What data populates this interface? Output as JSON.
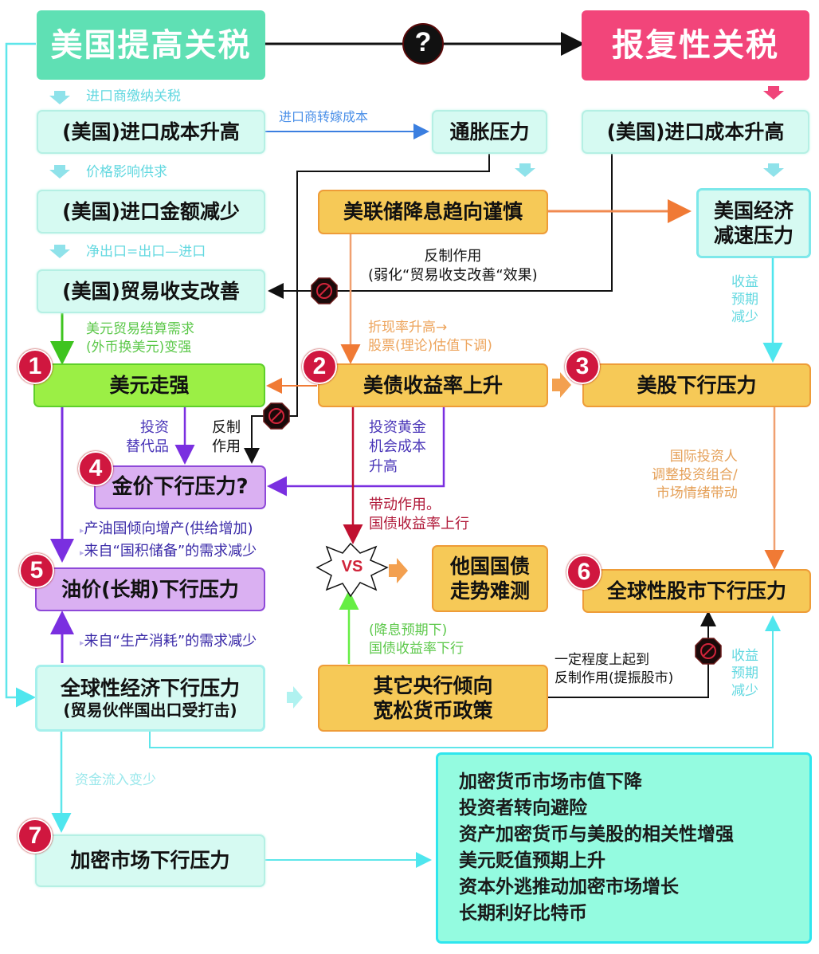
{
  "colors": {
    "teal_box": "#d6faf2",
    "gold_box": "#f6c957",
    "green_box": "#9bef45",
    "purple_box": "#dab0f2",
    "title_green": "#5fe0b4",
    "title_pink": "#f2457a",
    "badge_red": "#d0173f",
    "summary_box": "#94fbe0"
  },
  "top": {
    "us_tariff": "美国提高关税",
    "question_mark": "?",
    "retaliatory_tariff": "报复性关税"
  },
  "left_column": {
    "label_importer_pays": "进口商缴纳关税",
    "import_cost_up": "(美国)进口成本升高",
    "label_price_demand": "价格影响供求",
    "import_amount_down": "(美国)进口金额减少",
    "label_net_export": "净出口=出口—进口",
    "trade_balance_improve": "(美国)贸易收支改善",
    "label_usd_demand_1": "美元贸易结算需求",
    "label_usd_demand_2": "(外币换美元)变强"
  },
  "middle": {
    "label_pass_cost": "进口商转嫁成本",
    "inflation_pressure": "通胀压力",
    "fed_cautious": "美联储降息趋向谨慎",
    "counter_label_1": "反制作用",
    "counter_label_2": "(弱化“贸易收支改善“效果)",
    "label_discount_1": "折现率升高→",
    "label_discount_2": "股票(理论)估值下调)"
  },
  "right_column": {
    "import_cost_up": "(美国)进口成本升高",
    "us_econ_slow_1": "美国经济",
    "us_econ_slow_2": "减速压力",
    "label_earnings_1": "收益",
    "label_earnings_2": "预期",
    "label_earnings_3": "减少"
  },
  "nodes": {
    "n1": {
      "badge": "1",
      "label": "美元走强"
    },
    "n2": {
      "badge": "2",
      "label": "美债收益率上升"
    },
    "n3": {
      "badge": "3",
      "label": "美股下行压力"
    },
    "n4": {
      "badge": "4",
      "label": "金价下行压力?"
    },
    "n5": {
      "badge": "5",
      "label": "油价(长期)下行压力"
    },
    "n6": {
      "badge": "6",
      "label": "全球性股市下行压力"
    },
    "n7": {
      "badge": "7",
      "label": "加密市场下行压力"
    }
  },
  "gold_labels": {
    "alt_1": "投资",
    "alt_2": "替代品",
    "counter_1": "反制",
    "counter_2": "作用",
    "opp_1": "投资黄金",
    "opp_2": "机会成本",
    "opp_3": "升高"
  },
  "oil_labels": {
    "supply": "产油国倾向增产(供给增加)",
    "reserve": "来自“国积储备”的需求减少",
    "production": "来自“生产消耗”的需求减少"
  },
  "bonds": {
    "drive_1": "带动作用。",
    "drive_2": "国债收益率上行",
    "vs": "VS",
    "other_bonds_1": "他国国债",
    "other_bonds_2": "走势难测",
    "cut_1": "(降息预期下)",
    "cut_2": "国债收益率下行"
  },
  "stocks": {
    "intl_1": "国际投资人",
    "intl_2": "调整投资组合/",
    "intl_3": "市场情绪带动",
    "partial_1": "一定程度上起到",
    "partial_2": "反制作用(提振股市)",
    "earn_1": "收益",
    "earn_2": "预期",
    "earn_3": "减少"
  },
  "bottom": {
    "global_econ_1": "全球性经济下行压力",
    "global_econ_2": "(贸易伙伴国出口受打击)",
    "central_banks_1": "其它央行倾向",
    "central_banks_2": "宽松货币政策",
    "label_capital": "资金流入变少"
  },
  "summary": [
    "加密货币市场市值下降",
    "投资者转向避险",
    "资产加密货币与美股的相关性增强",
    "美元贬值预期上升",
    "资本外逃推动加密市场增长",
    "长期利好比特币"
  ]
}
